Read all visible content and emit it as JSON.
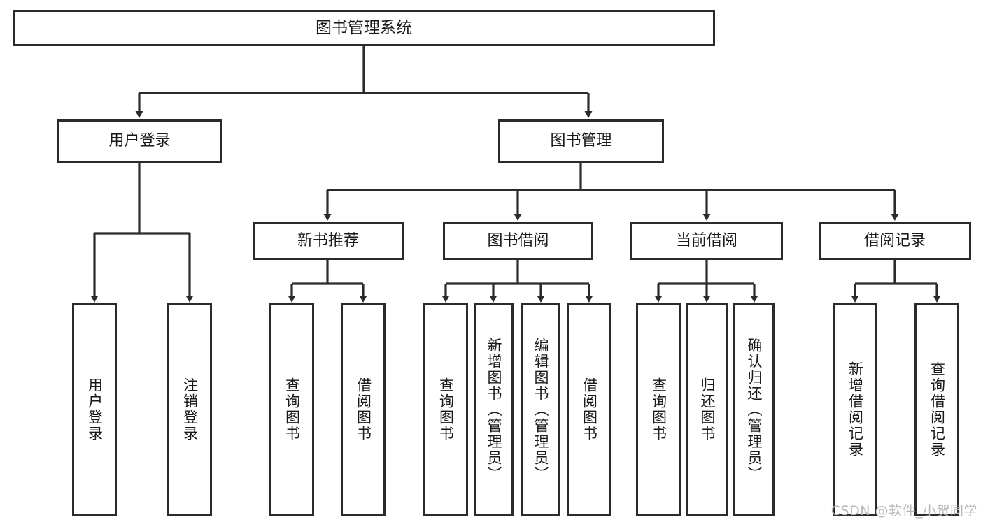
{
  "diagram": {
    "title": "图书管理系统",
    "type": "tree-hierarchy-diagram",
    "colors": {
      "background": "#ffffff",
      "box_border": "#2b2b2b",
      "box_fill": "#ffffff",
      "connector": "#2b2b2b",
      "watermark": "#b8b8b8"
    }
  },
  "root": {
    "label": "图书管理系统"
  },
  "level2": [
    {
      "label": "用户登录"
    },
    {
      "label": "图书管理"
    }
  ],
  "level3": [
    {
      "label": "新书推荐"
    },
    {
      "label": "图书借阅"
    },
    {
      "label": "当前借阅"
    },
    {
      "label": "借阅记录"
    }
  ],
  "leaves": {
    "user_login": [
      {
        "label": "用户登录"
      },
      {
        "label": "注销登录"
      }
    ],
    "new_book_recommend": [
      {
        "label": "查询图书"
      },
      {
        "label": "借阅图书"
      }
    ],
    "book_borrow": [
      {
        "label": "查询图书"
      },
      {
        "label": "新增图书（管理员）"
      },
      {
        "label": "编辑图书（管理员）"
      },
      {
        "label": "借阅图书"
      }
    ],
    "current_borrow": [
      {
        "label": "查询图书"
      },
      {
        "label": "归还图书"
      },
      {
        "label": "确认归还（管理员）"
      }
    ],
    "borrow_record": [
      {
        "label": "新增借阅记录"
      },
      {
        "label": "查询借阅记录"
      }
    ]
  },
  "watermark": {
    "text": "CSDN @软件_小贺同学"
  }
}
